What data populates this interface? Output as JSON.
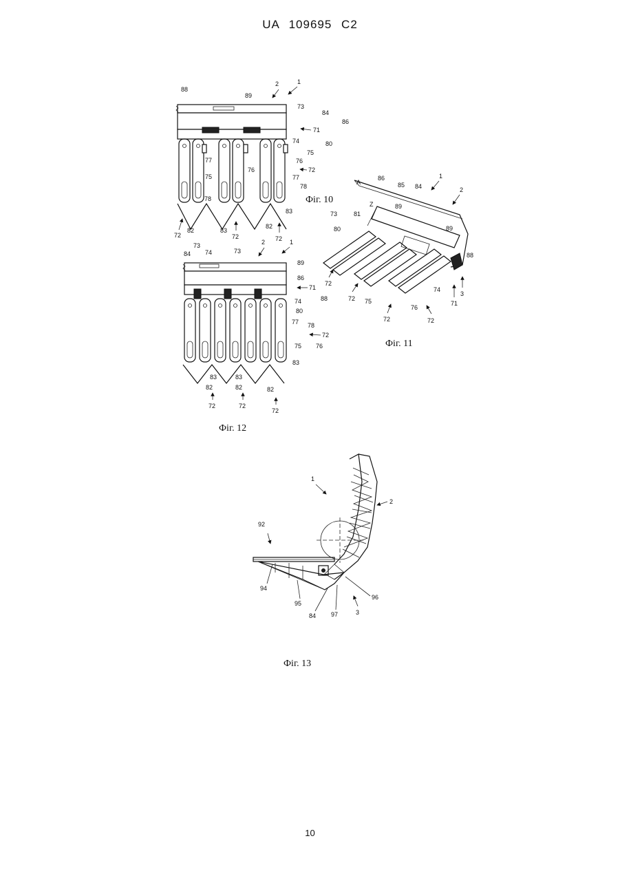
{
  "document": {
    "header": "UA 109695 C2",
    "page_number": "10"
  },
  "figures": {
    "fig10": {
      "caption": "Фіг. 10",
      "labels": {
        "l88": "88",
        "l89": "89",
        "l2": "2",
        "l1": "1",
        "l73": "73",
        "l84": "84",
        "l86": "86",
        "l71": "71",
        "l74": "74",
        "l80": "80",
        "l75a": "75",
        "l76a": "76",
        "l72a": "72",
        "l77a": "77",
        "l78a": "78",
        "l77b": "77",
        "l75b": "75",
        "l76b": "76",
        "l78b": "78",
        "l83a": "83",
        "l82a": "82",
        "l83b": "83",
        "l82b": "82",
        "l72b": "72",
        "l72c": "72",
        "l72d": "72"
      }
    },
    "fig11": {
      "caption": "Фіг. 11",
      "labels": {
        "l1": "1",
        "l2": "2",
        "l86": "86",
        "l85": "85",
        "l84": "84",
        "l89a": "89",
        "l89b": "89",
        "l81": "81",
        "l73": "73",
        "l80": "80",
        "l88": "88",
        "l74": "74",
        "l3": "3",
        "l71": "71",
        "l72a": "72",
        "l72b": "72",
        "l75": "75",
        "l72c": "72",
        "l76": "76",
        "l72d": "72"
      }
    },
    "fig12": {
      "caption": "Фіг. 12",
      "labels": {
        "l73a": "73",
        "l84": "84",
        "l74a": "74",
        "l73b": "73",
        "l2": "2",
        "l1": "1",
        "l89": "89",
        "l86": "86",
        "l71": "71",
        "l88": "88",
        "l74b": "74",
        "l80": "80",
        "l77": "77",
        "l78": "78",
        "l72a": "72",
        "l76": "76",
        "l75": "75",
        "l83a": "83",
        "l83b": "83",
        "l83c": "83",
        "l82a": "82",
        "l82b": "82",
        "l82c": "82",
        "l72b": "72",
        "l72c": "72",
        "l72d": "72"
      }
    },
    "fig13": {
      "caption": "Фіг. 13",
      "labels": {
        "l1": "1",
        "l2": "2",
        "l92": "92",
        "l94": "94",
        "l95": "95",
        "l84": "84",
        "l97": "97",
        "l96": "96",
        "l3": "3"
      }
    }
  }
}
